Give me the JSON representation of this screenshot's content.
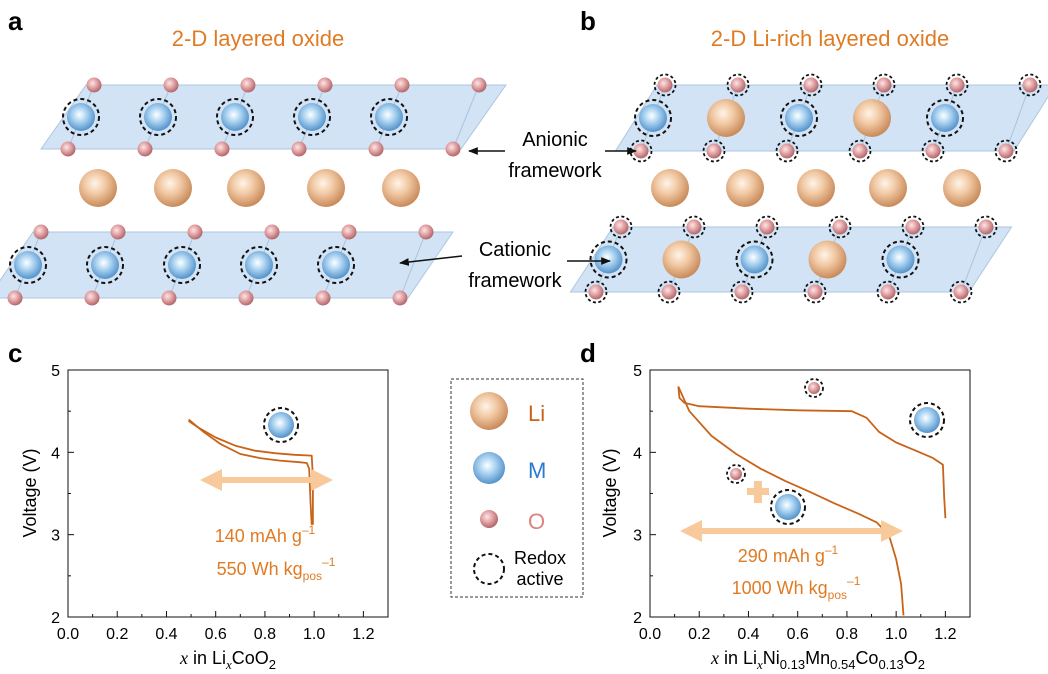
{
  "panels": {
    "a": {
      "letter": "a",
      "title": "2-D layered oxide"
    },
    "b": {
      "letter": "b",
      "title": "2-D Li-rich layered oxide"
    },
    "c": {
      "letter": "c"
    },
    "d": {
      "letter": "d"
    }
  },
  "annotations": {
    "anionic_1": "Anionic",
    "anionic_2": "framework",
    "cationic_1": "Cationic",
    "cationic_2": "framework"
  },
  "legend": {
    "li": "Li",
    "m": "M",
    "o": "O",
    "redox_1": "Redox",
    "redox_2": "active"
  },
  "colors": {
    "title": "#e07b24",
    "curve": "#c8641a",
    "arrow": "#f8c99a",
    "plane": "#cfe2f5",
    "plane_edge": "#aac4de",
    "m_label": "#2a7bd0",
    "o_label": "#e08080",
    "capacity_text": "#e07b24"
  },
  "panel_c": {
    "capacity": "140 mAh g",
    "capacity_sup": "–1",
    "energy": "550 Wh kg",
    "energy_sub": "pos",
    "energy_sup": "–1",
    "ylabel": "Voltage (V)",
    "xlabel_prefix": "in Li",
    "xlabel_var": "x",
    "xlabel_sub_var": "x",
    "xlabel_suffix": "CoO",
    "xlabel_sub2": "2"
  },
  "panel_d": {
    "capacity": "290 mAh g",
    "capacity_sup": "–1",
    "energy": "1000 Wh kg",
    "energy_sub": "pos",
    "energy_sup": "–1",
    "ylabel": "Voltage (V)",
    "xlabel_var": "x",
    "xlabel_prefix": "in Li",
    "xlabel_parts": [
      "Ni",
      "0.13",
      "Mn",
      "0.54",
      "Co",
      "0.13",
      "O",
      "2"
    ]
  },
  "chart_data": [
    {
      "type": "line",
      "xlim": [
        0.0,
        1.3
      ],
      "ylim": [
        2,
        5
      ],
      "xticks": [
        "0.0",
        "0.2",
        "0.4",
        "0.6",
        "0.8",
        "1.0",
        "1.2"
      ],
      "yticks": [
        "2",
        "3",
        "4",
        "5"
      ],
      "series": [
        {
          "points": [
            [
              0.49,
              4.4
            ],
            [
              0.55,
              4.25
            ],
            [
              0.62,
              4.1
            ],
            [
              0.7,
              3.98
            ],
            [
              0.78,
              3.93
            ],
            [
              0.86,
              3.9
            ],
            [
              0.94,
              3.88
            ],
            [
              0.97,
              3.87
            ],
            [
              0.98,
              3.8
            ],
            [
              0.985,
              3.4
            ],
            [
              0.99,
              3.12
            ]
          ]
        },
        {
          "points": [
            [
              0.995,
              3.12
            ],
            [
              0.995,
              3.7
            ],
            [
              0.99,
              3.96
            ],
            [
              0.92,
              3.97
            ],
            [
              0.84,
              3.99
            ],
            [
              0.76,
              4.02
            ],
            [
              0.68,
              4.08
            ],
            [
              0.6,
              4.18
            ],
            [
              0.53,
              4.3
            ],
            [
              0.49,
              4.38
            ]
          ]
        }
      ]
    },
    {
      "type": "line",
      "xlim": [
        0.0,
        1.3
      ],
      "ylim": [
        2,
        5
      ],
      "xticks": [
        "0.0",
        "0.2",
        "0.4",
        "0.6",
        "0.8",
        "1.0",
        "1.2"
      ],
      "yticks": [
        "2",
        "3",
        "4",
        "5"
      ],
      "series": [
        {
          "points": [
            [
              1.2,
              3.2
            ],
            [
              1.195,
              3.45
            ],
            [
              1.19,
              3.85
            ],
            [
              1.15,
              3.93
            ],
            [
              1.08,
              4.02
            ],
            [
              1.0,
              4.12
            ],
            [
              0.93,
              4.25
            ],
            [
              0.88,
              4.42
            ],
            [
              0.82,
              4.5
            ],
            [
              0.6,
              4.51
            ],
            [
              0.4,
              4.53
            ],
            [
              0.2,
              4.56
            ],
            [
              0.14,
              4.6
            ],
            [
              0.12,
              4.66
            ],
            [
              0.115,
              4.8
            ]
          ]
        },
        {
          "points": [
            [
              0.115,
              4.8
            ],
            [
              0.16,
              4.5
            ],
            [
              0.25,
              4.2
            ],
            [
              0.35,
              3.98
            ],
            [
              0.45,
              3.8
            ],
            [
              0.55,
              3.65
            ],
            [
              0.65,
              3.52
            ],
            [
              0.75,
              3.38
            ],
            [
              0.85,
              3.25
            ],
            [
              0.92,
              3.15
            ],
            [
              0.97,
              3.0
            ],
            [
              1.0,
              2.7
            ],
            [
              1.02,
              2.4
            ],
            [
              1.03,
              2.02
            ]
          ]
        }
      ]
    }
  ]
}
